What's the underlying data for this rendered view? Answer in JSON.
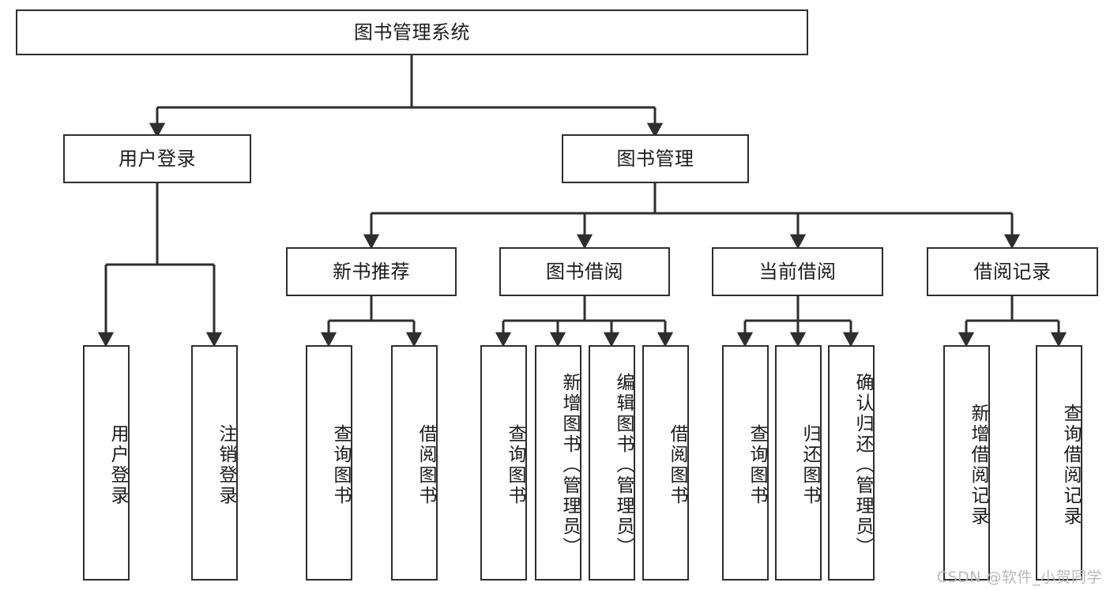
{
  "diagram": {
    "title_node": {
      "label": "图书管理系统"
    },
    "level2": [
      {
        "id": "user-login",
        "label": "用户登录"
      },
      {
        "id": "book-management",
        "label": "图书管理"
      }
    ],
    "level3": [
      {
        "id": "new-book-recommend",
        "label": "新书推荐"
      },
      {
        "id": "book-borrow",
        "label": "图书借阅"
      },
      {
        "id": "current-borrow",
        "label": "当前借阅"
      },
      {
        "id": "borrow-record",
        "label": "借阅记录"
      }
    ],
    "leaves": [
      {
        "id": "leaf-user-login",
        "label": "用户登录",
        "parent": "user-login"
      },
      {
        "id": "leaf-logout-login",
        "label": "注销登录",
        "parent": "user-login"
      },
      {
        "id": "leaf-query-book-1",
        "label": "查询图书",
        "parent": "new-book-recommend"
      },
      {
        "id": "leaf-borrow-book-1",
        "label": "借阅图书",
        "parent": "new-book-recommend"
      },
      {
        "id": "leaf-query-book-2",
        "label": "查询图书",
        "parent": "book-borrow"
      },
      {
        "id": "leaf-add-book",
        "label": "新增图书（管理员）",
        "parent": "book-borrow"
      },
      {
        "id": "leaf-edit-book",
        "label": "编辑图书（管理员）",
        "parent": "book-borrow"
      },
      {
        "id": "leaf-borrow-book-2",
        "label": "借阅图书",
        "parent": "book-borrow"
      },
      {
        "id": "leaf-query-book-3",
        "label": "查询图书",
        "parent": "current-borrow"
      },
      {
        "id": "leaf-return-book",
        "label": "归还图书",
        "parent": "current-borrow"
      },
      {
        "id": "leaf-confirm-return",
        "label": "确认归还（管理员）",
        "parent": "current-borrow"
      },
      {
        "id": "leaf-add-record",
        "label": "新增借阅记录",
        "parent": "borrow-record"
      },
      {
        "id": "leaf-query-record",
        "label": "查询借阅记录",
        "parent": "borrow-record"
      }
    ],
    "watermark": "CSDN @软件_小贺同学",
    "colors": {
      "stroke": "#2e2e2e",
      "text": "#1b1b1b",
      "background": "#ffffff",
      "watermark": "#b9b9b9"
    }
  }
}
